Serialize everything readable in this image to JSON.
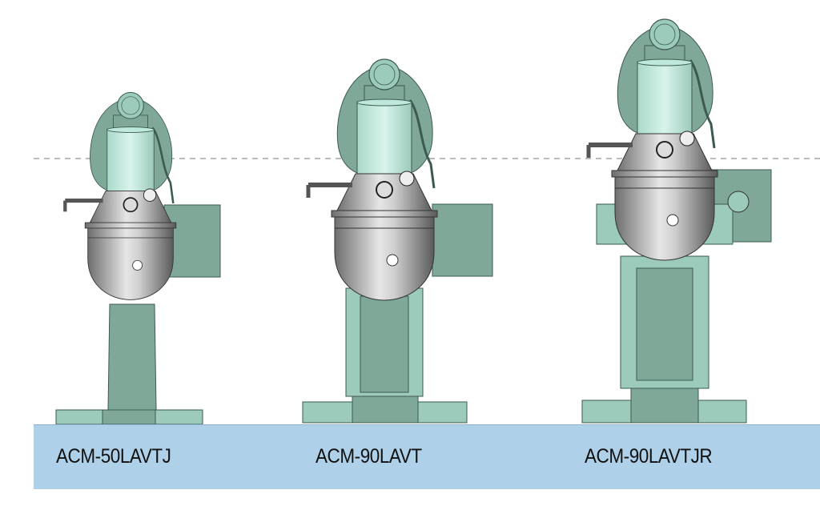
{
  "models": [
    {
      "name": "ACM-50LAVTJ"
    },
    {
      "name": "ACM-90LAVT"
    },
    {
      "name": "ACM-90LAVTJR"
    }
  ],
  "colors": {
    "band": "#aed0e8",
    "frame_green": "#7fa898",
    "light_green": "#9ccabb",
    "mint": "#bfe8dc",
    "steel": "#9a9a9a"
  }
}
